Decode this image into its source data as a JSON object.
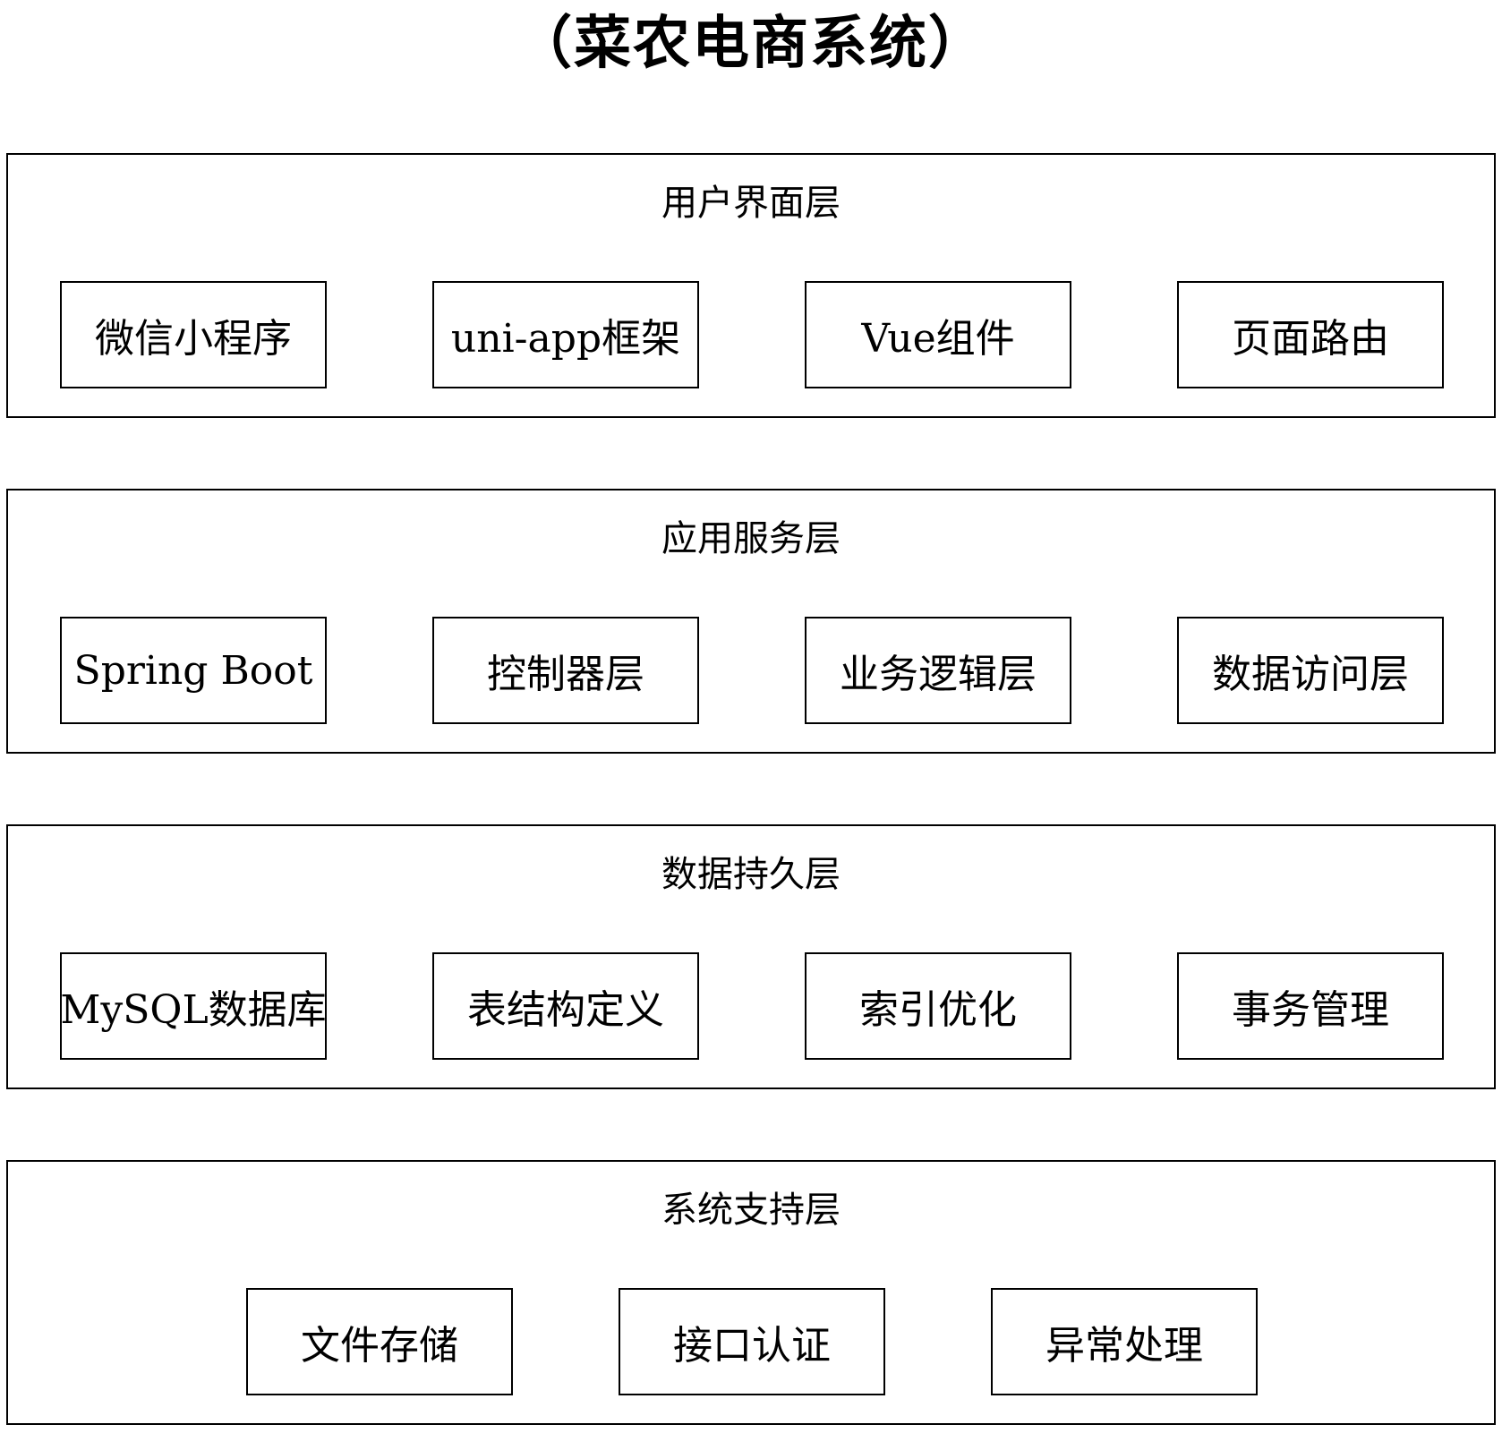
{
  "title": "（菜农电商系统）",
  "layers": [
    {
      "title": "用户界面层",
      "items": [
        "微信小程序",
        "uni-app框架",
        "Vue组件",
        "页面路由"
      ]
    },
    {
      "title": "应用服务层",
      "items": [
        "Spring Boot",
        "控制器层",
        "业务逻辑层",
        "数据访问层"
      ]
    },
    {
      "title": "数据持久层",
      "items": [
        "MySQL数据库",
        "表结构定义",
        "索引优化",
        "事务管理"
      ]
    },
    {
      "title": "系统支持层",
      "items": [
        "文件存储",
        "接口认证",
        "异常处理"
      ]
    }
  ]
}
